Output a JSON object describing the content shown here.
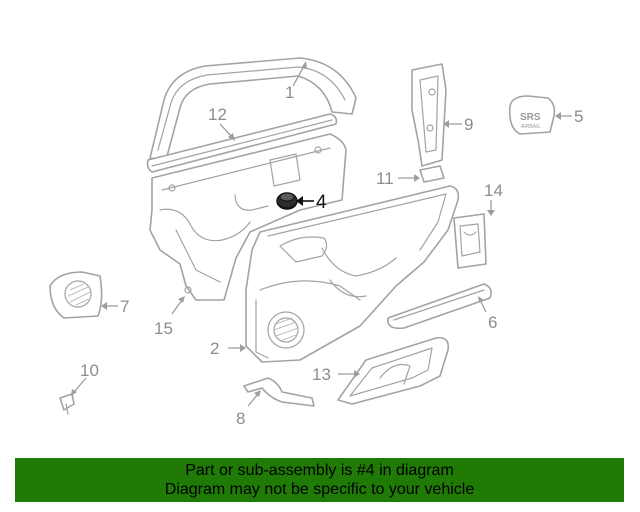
{
  "callouts": [
    {
      "id": "1",
      "label": "1"
    },
    {
      "id": "2",
      "label": "2"
    },
    {
      "id": "4",
      "label": "4",
      "highlighted": true
    },
    {
      "id": "5",
      "label": "5"
    },
    {
      "id": "6",
      "label": "6"
    },
    {
      "id": "7",
      "label": "7"
    },
    {
      "id": "8",
      "label": "8"
    },
    {
      "id": "9",
      "label": "9"
    },
    {
      "id": "10",
      "label": "10"
    },
    {
      "id": "11",
      "label": "11"
    },
    {
      "id": "12",
      "label": "12"
    },
    {
      "id": "13",
      "label": "13"
    },
    {
      "id": "14",
      "label": "14"
    },
    {
      "id": "15",
      "label": "15"
    }
  ],
  "badge": {
    "text": "SRS",
    "subtext": "AIRBAG"
  },
  "banner": {
    "line1": "Part or sub-assembly is #4 in diagram",
    "line2": "Diagram may not be specific to your vehicle",
    "background": "#1f7a06"
  },
  "colors": {
    "linework": "#a3a3a3",
    "highlight": "#111111"
  }
}
